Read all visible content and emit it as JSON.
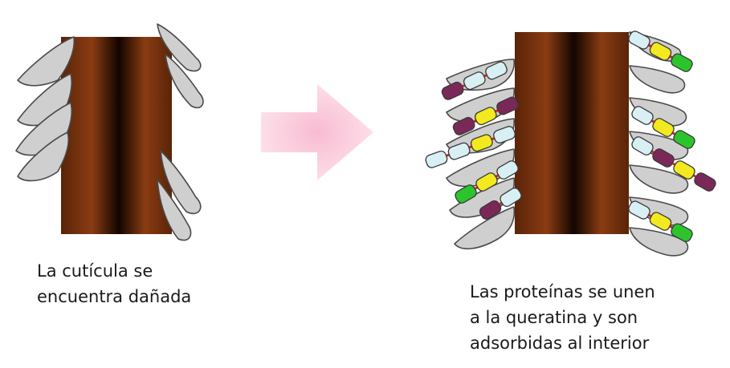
{
  "left_panel": {
    "caption_lines": [
      "La cutícula se",
      "encuentra dañada"
    ]
  },
  "right_panel": {
    "caption_lines": [
      "Las proteínas se unen",
      "a la queratina y son",
      "adsorbidas al interior"
    ]
  },
  "colors": {
    "hair_edge": "#5a2408",
    "hair_mid": "#8a3c12",
    "hair_core": "#120500",
    "scale_fill": "#cfcfcf",
    "scale_stroke": "#4a4a4a",
    "arrow": "#f8b8cf",
    "protein_cyan": "#d8f0f4",
    "protein_yellow": "#f2ea1e",
    "protein_green": "#2cc42c",
    "protein_purple": "#7a2858",
    "protein_link": "#e02020"
  }
}
